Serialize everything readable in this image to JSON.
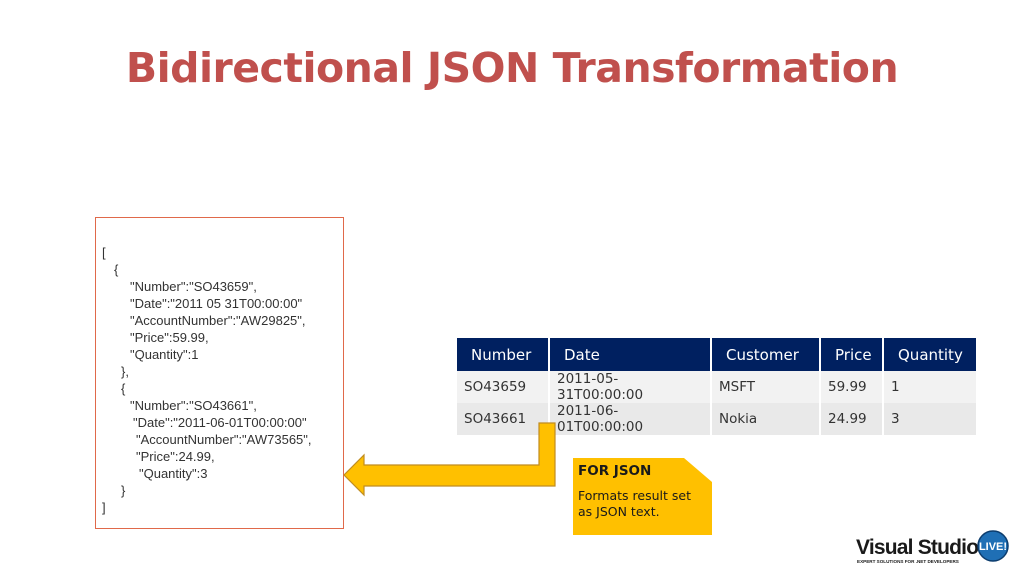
{
  "slide": {
    "title": "Bidirectional JSON Transformation"
  },
  "json_text": {
    "lines": [
      "[",
      "{",
      "\"Number\":\"SO43659\",",
      "\"Date\":\"2011 05 31T00:00:00\"",
      "\"AccountNumber\":\"AW29825\",",
      "\"Price\":59.99,",
      "\"Quantity\":1",
      "},",
      "{",
      "\"Number\":\"SO43661\",",
      "\"Date\":\"2011-06-01T00:00:00\"",
      "\"AccountNumber\":\"AW73565\",",
      "\"Price\":24.99,",
      "\"Quantity\":3",
      "}",
      "]"
    ]
  },
  "table": {
    "headers": [
      "Number",
      "Date",
      "Customer",
      "Price",
      "Quantity"
    ],
    "rows": [
      [
        "SO43659",
        "2011-05-31T00:00:00",
        "MSFT",
        "59.99",
        "1"
      ],
      [
        "SO43661",
        "2011-06-01T00:00:00",
        "Nokia",
        "24.99",
        "3"
      ]
    ]
  },
  "callout": {
    "title": "FOR JSON",
    "description": "Formats result set as JSON text."
  },
  "logo": {
    "brand": "Visual Studio",
    "badge": "LIVE!",
    "tagline": "EXPERT SOLUTIONS FOR .NET DEVELOPERS"
  },
  "colors": {
    "title": "#c0504d",
    "table_header": "#002060",
    "callout_fill": "#ffc000",
    "arrow_fill": "#ffc000",
    "box_border": "#e0694a"
  }
}
